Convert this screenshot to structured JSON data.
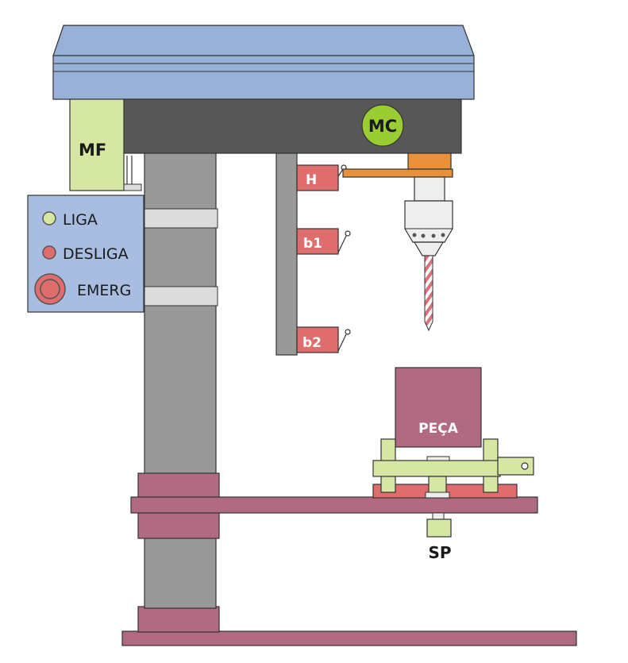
{
  "motors": {
    "mf": "MF",
    "mc": "MC"
  },
  "sensors": {
    "h": "H",
    "b1": "b1",
    "b2": "b2",
    "sp": "SP"
  },
  "panel": {
    "on_label": "LIGA",
    "off_label": "DESLIGA",
    "emergency_label": "EMERG"
  },
  "workpiece": {
    "label": "PEÇA"
  },
  "colors": {
    "head_top": "#98b1d8",
    "column": "#999999",
    "head_body": "#575757",
    "motor_mf": "#d6e6a3",
    "motor_mc": "#9acd32",
    "sensor": "#e06d6d",
    "base": "#b06a82",
    "panel": "#a8bde0",
    "chuck_arm": "#e8913a"
  }
}
